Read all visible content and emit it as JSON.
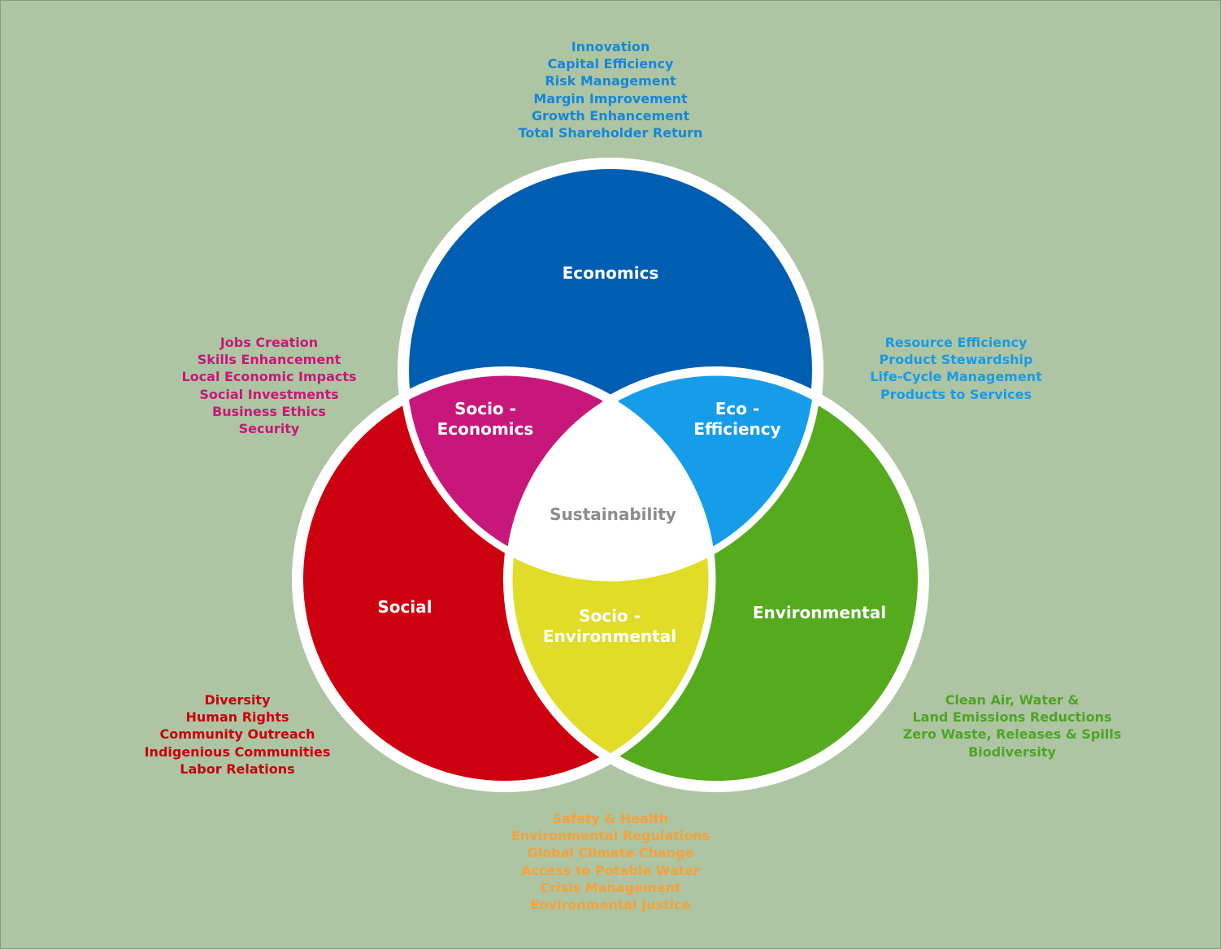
{
  "colors": {
    "background": "#adc5a2",
    "economics": "#005eb2",
    "social": "#cd000f",
    "environmental": "#55aa1d",
    "socio_economics": "#c8177a",
    "eco_efficiency": "#169de9",
    "socio_environmental": "#e1dc27",
    "sustainability": "#ffffff",
    "circle_outline": "#ffffff",
    "economics_list_text": "#1787d8",
    "socio_economics_list_text": "#c8177a",
    "eco_efficiency_list_text": "#1a9ae6",
    "social_list_text": "#c9000f",
    "environmental_list_text": "#4fa426",
    "socio_environmental_list_text": "#f5a23a",
    "sustainability_text": "#8c8c8c"
  },
  "regions": {
    "economics": "Economics",
    "social": "Social",
    "environmental": "Environmental",
    "socio_economics": [
      "Socio -",
      "Economics"
    ],
    "eco_efficiency": [
      "Eco -",
      "Efficiency"
    ],
    "socio_environmental": [
      "Socio -",
      "Environmental"
    ],
    "sustainability": "Sustainability"
  },
  "lists": {
    "economics": [
      "Innovation",
      "Capital Efficiency",
      "Risk Management",
      "Margin Improvement",
      "Growth Enhancement",
      "Total Shareholder Return"
    ],
    "socio_economics": [
      "Jobs Creation",
      "Skills Enhancement",
      "Local Economic Impacts",
      "Social Investments",
      "Business Ethics",
      "Security"
    ],
    "eco_efficiency": [
      "Resource Efficiency",
      "Product Stewardship",
      "Life-Cycle Management",
      "Products to Services"
    ],
    "social": [
      "Diversity",
      "Human Rights",
      "Community Outreach",
      "Indigenious Communities",
      "Labor Relations"
    ],
    "environmental": [
      "Clean Air, Water &",
      "Land Emissions Reductions",
      "Zero Waste, Releases & Spills",
      "Biodiversity"
    ],
    "socio_environmental": [
      "Safety & Health",
      "Environmental Regulations",
      "Global Climate Change",
      "Access to Potable Water",
      "Crisis Management",
      "Environmental Justice"
    ]
  }
}
